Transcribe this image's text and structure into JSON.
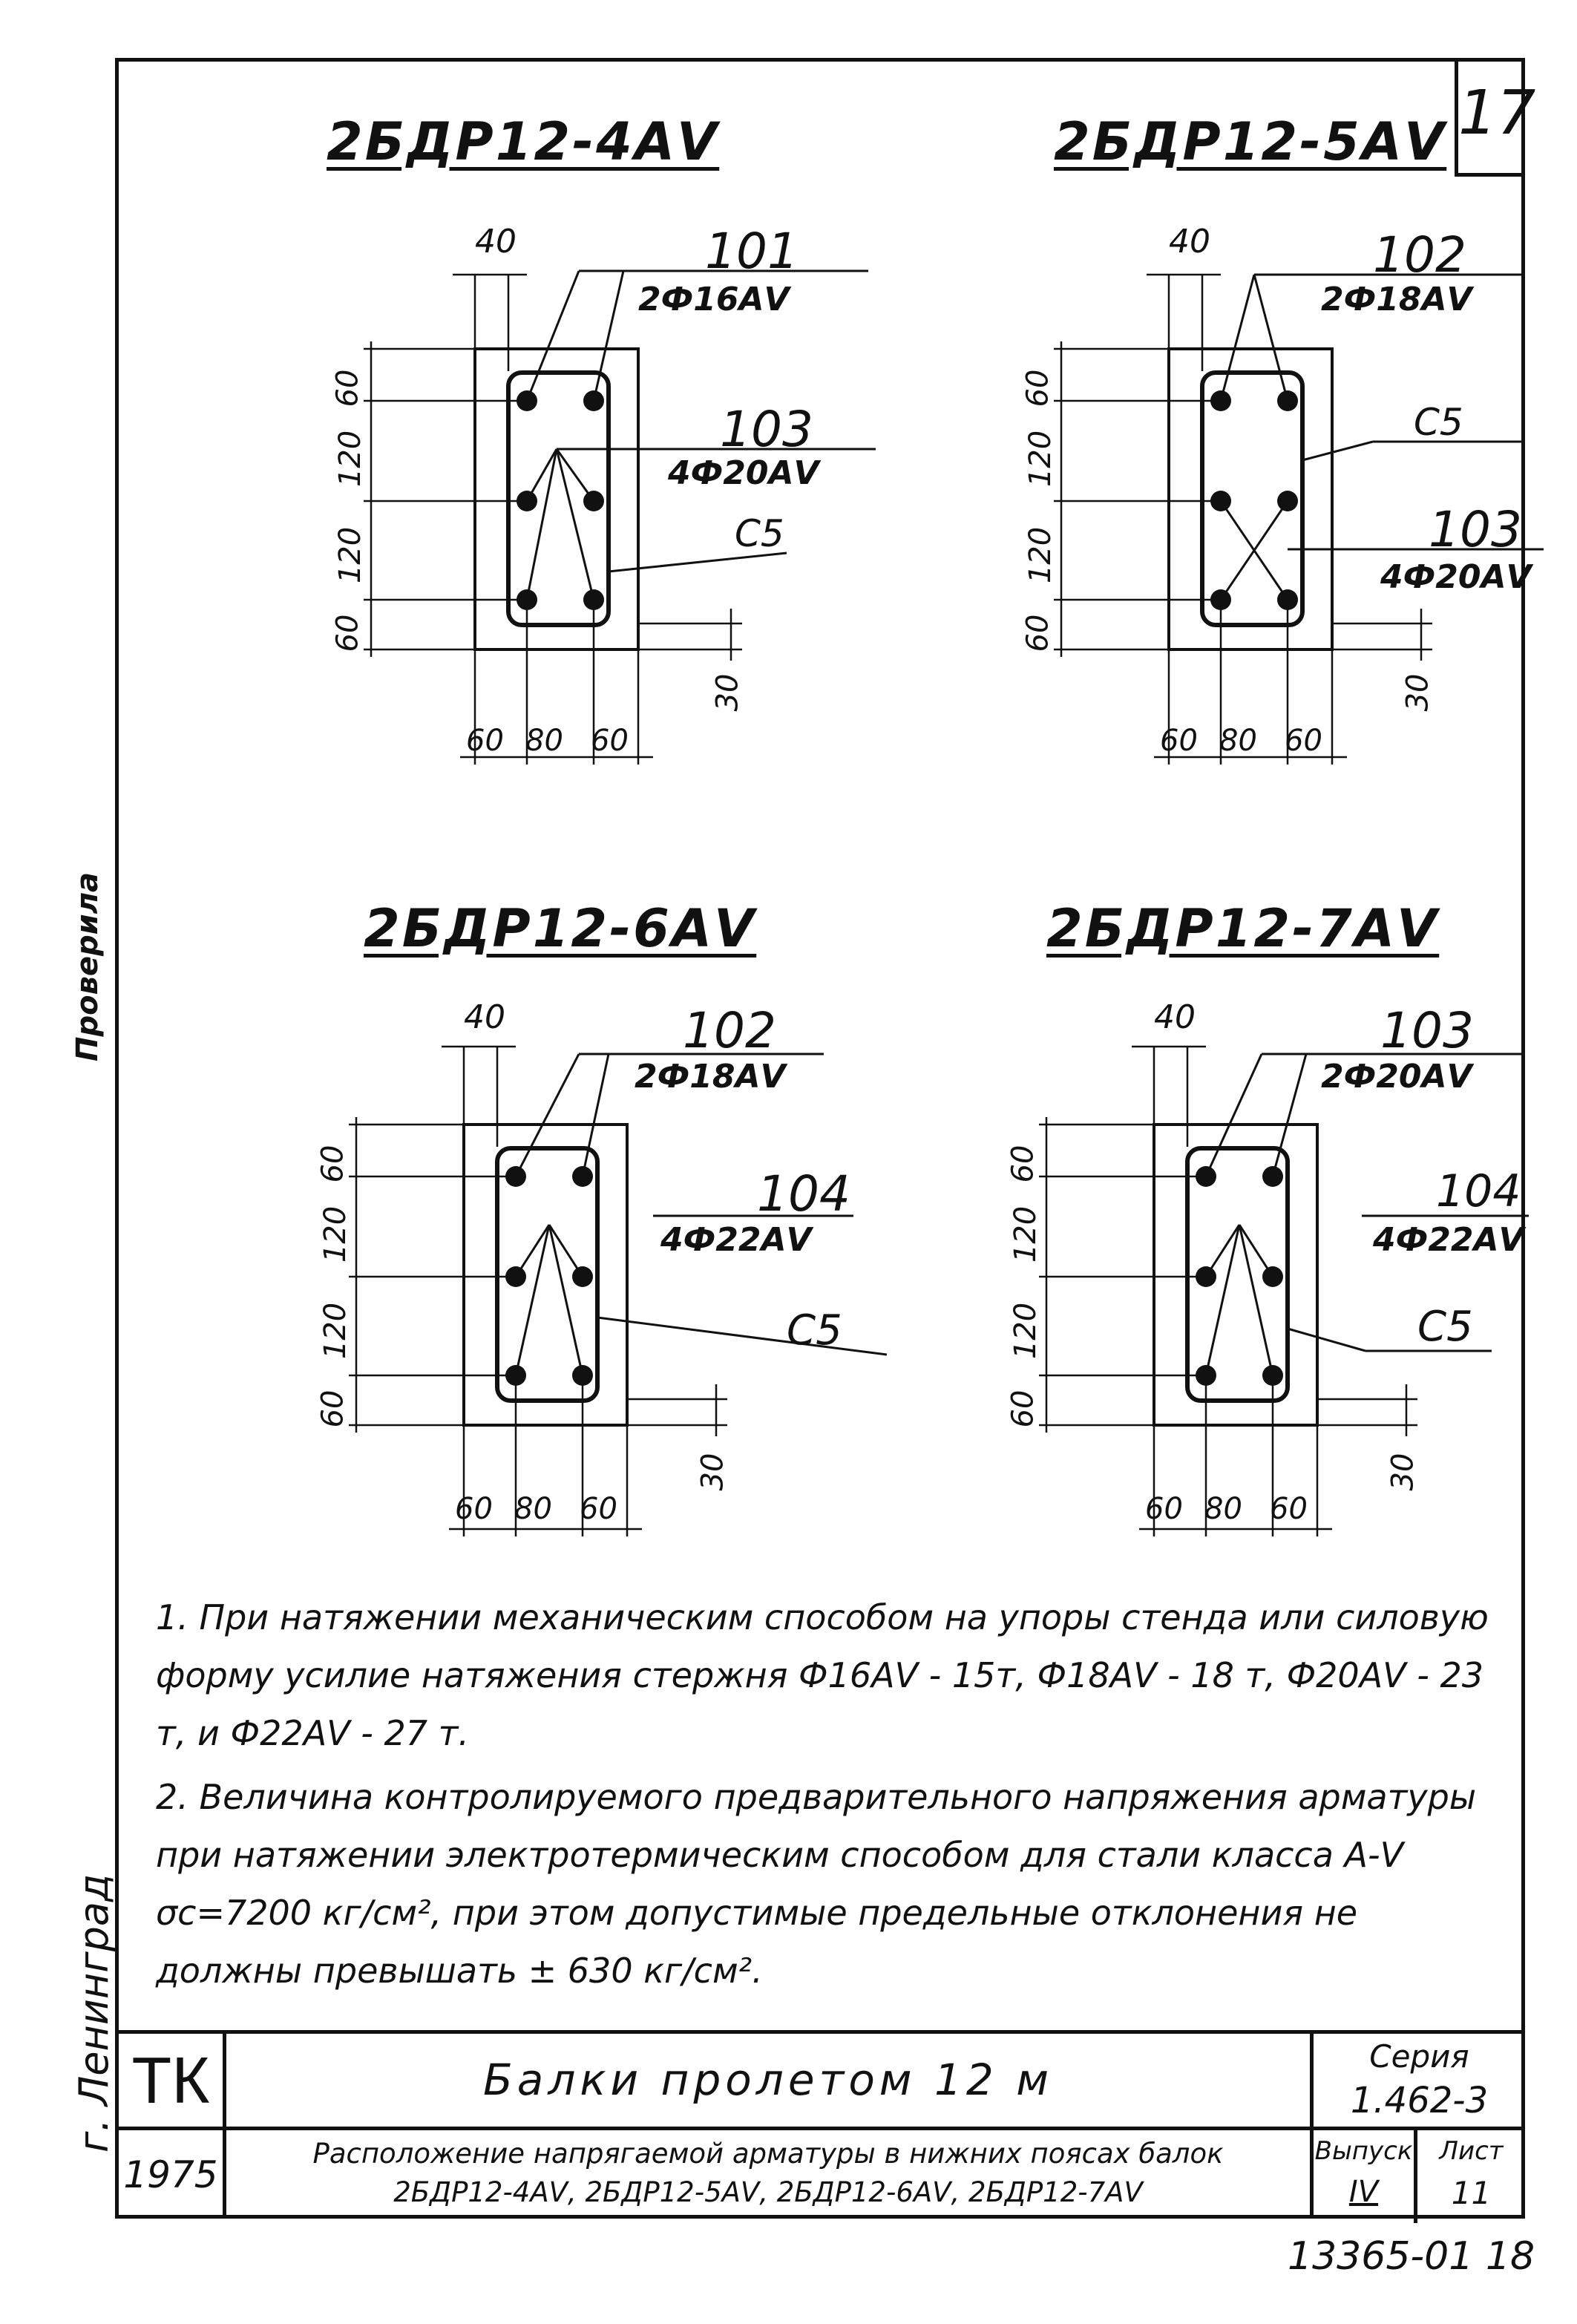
{
  "sheet_number": "17",
  "sections": [
    {
      "title": "2БДР12-4АⅤ",
      "top_mark": "40",
      "bar1_mark": "101",
      "bar1_spec": "2Ф16АⅤ",
      "bar2_mark": "103",
      "bar2_spec": "4Ф20АⅤ",
      "cage_mark": "С5",
      "vdims": [
        "60",
        "120",
        "120",
        "60"
      ],
      "hdims": [
        "60",
        "80",
        "60"
      ],
      "cover": "30"
    },
    {
      "title": "2БДР12-5АⅤ",
      "top_mark": "40",
      "bar1_mark": "102",
      "bar1_spec": "2Ф18АⅤ",
      "bar2_mark": "103",
      "bar2_spec": "4Ф20АⅤ",
      "cage_mark": "С5",
      "vdims": [
        "60",
        "120",
        "120",
        "60"
      ],
      "hdims": [
        "60",
        "80",
        "60"
      ],
      "cover": "30"
    },
    {
      "title": "2БДР12-6АⅤ",
      "top_mark": "40",
      "bar1_mark": "102",
      "bar1_spec": "2Ф18АⅤ",
      "bar2_mark": "104",
      "bar2_spec": "4Ф22АⅤ",
      "cage_mark": "С5",
      "vdims": [
        "60",
        "120",
        "120",
        "60"
      ],
      "hdims": [
        "60",
        "80",
        "60"
      ],
      "cover": "30"
    },
    {
      "title": "2БДР12-7АⅤ",
      "top_mark": "40",
      "bar1_mark": "103",
      "bar1_spec": "2Ф20АⅤ",
      "bar2_mark": "104",
      "bar2_spec": "4Ф22АⅤ",
      "cage_mark": "С5",
      "vdims": [
        "60",
        "120",
        "120",
        "60"
      ],
      "hdims": [
        "60",
        "80",
        "60"
      ],
      "cover": "30"
    }
  ],
  "notes": [
    "1. При натяжении механическим способом на упоры стенда или силовую форму усилие натяжения стержня Ф16АⅤ - 15т, Ф18АⅤ - 18 т, Ф20АⅤ - 23 т, и Ф22АⅤ - 27 т.",
    "2. Величина контролируемого предварительного напряжения арматуры при натяжении электротермическим способом для стали класса А-Ⅴ σc=7200 кг/см², при этом допустимые предельные отклонения не должны превышать ± 630 кг/см²."
  ],
  "title_block": {
    "org": "ТК",
    "year": "1975",
    "title": "Балки пролетом 12 м",
    "series_label": "Серия",
    "series_value": "1.462-3",
    "subtitle_line1": "Расположение напрягаемой арматуры в нижних поясах балок",
    "subtitle_line2": "2БДР12-4АⅤ, 2БДР12-5АⅤ, 2БДР12-6АⅤ, 2БДР12-7АⅤ",
    "issue_label": "Выпуск",
    "issue_value": "IV",
    "sheet_label": "Лист",
    "sheet_value": "11"
  },
  "inventory_number": "13365-01 18",
  "side_text": {
    "city": "г. Ленинград",
    "check": "Проверила"
  }
}
